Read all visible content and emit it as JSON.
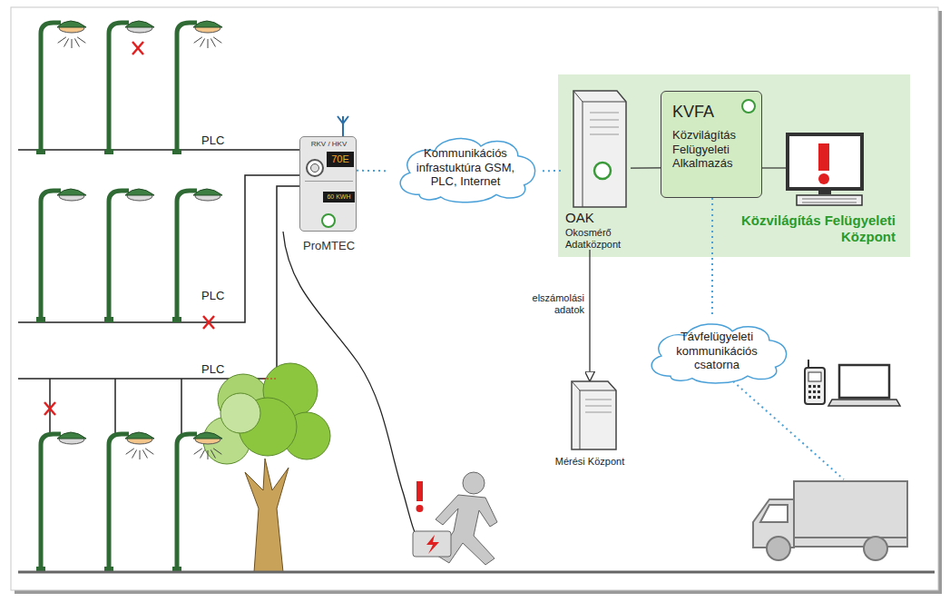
{
  "diagram": {
    "nodes": [
      {
        "text": [
          "Közvilágítás Felügyeleti Központ"
        ]
      },
      {
        "text": [
          "RKV / HKV",
          "70E",
          "60 KWH",
          "ProMTEC"
        ]
      },
      {
        "text": [
          "Kommunikációs infrastuktúra GSM, PLC, Internet"
        ]
      },
      {
        "text": [
          "OAK",
          "Okosmérő Adatközpont"
        ],
        "in": 0
      },
      {
        "text": [
          "KVFA",
          "Közvilágítás Felügyeleti Alkalmazás"
        ],
        "in": 0
      },
      {
        "text": [
          "Mérési Központ"
        ]
      },
      {
        "text": [
          "Távfelügyeleti kommunikációs csatorna"
        ]
      }
    ],
    "edges": [
      {
        "from": 1,
        "to": 2,
        "arrow": "none"
      },
      {
        "from": 2,
        "to": 3,
        "arrow": "none"
      },
      {
        "from": 3,
        "to": 4,
        "arrow": "none"
      },
      {
        "from": 3,
        "to": 5,
        "label": "elszámolási adatok",
        "arrow": "to"
      },
      {
        "from": 4,
        "to": 6,
        "arrow": "none"
      }
    ],
    "labels": [
      "PLC",
      "PLC",
      "PLC"
    ]
  }
}
